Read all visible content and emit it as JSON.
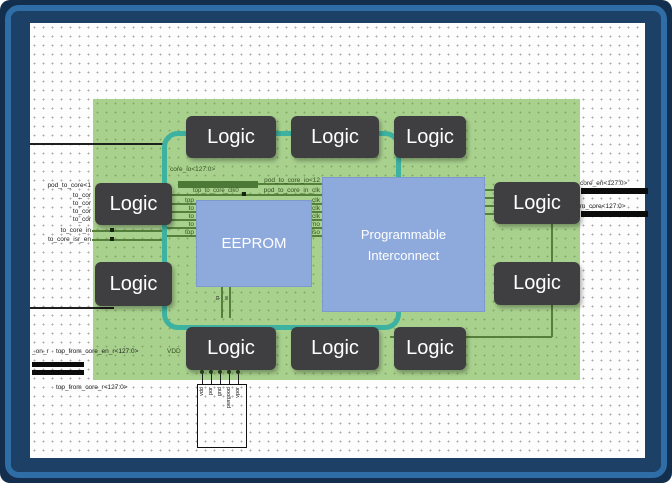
{
  "colors": {
    "navy_dark": "#142e4e",
    "navy": "#1c4066",
    "band": "#2e6da6",
    "canvas": "#fdfdfd",
    "dot": "#a9a9a9",
    "green": "#a9d18e",
    "green_dot": "#84a964",
    "teal": "#3eb2a0",
    "block": "#3f3f41",
    "blue": "#8ea9dc",
    "wire": "#55803c",
    "black_wire": "#1f1f1f",
    "bus_green": "#4c7a36",
    "label": "#1c1c1c",
    "label_green": "#33511d"
  },
  "blocks": {
    "logic": "Logic",
    "eeprom": "EEPROM",
    "interconnect_line1": "Programmable",
    "interconnect_line2": "Interconnect"
  },
  "left_pins": {
    "bus": "pod_to_core<1",
    "truncated": [
      "to_cor",
      "to_cor",
      "to_cor",
      "to_cor"
    ],
    "in": "to_core_in",
    "isr": "to_core_isr_en"
  },
  "core_bus": {
    "io_label": "core_io<127:0>",
    "clk_label": "top_to_core_clk0",
    "stubs": [
      "top",
      "to",
      "to",
      "to",
      "top"
    ]
  },
  "pi_pins": {
    "io": "pod_to_core_io<12",
    "in_clk": "pod_to_core_in_clk",
    "short": [
      "_clk",
      "_clk",
      "_clk",
      "_mo",
      "_iso"
    ]
  },
  "right_bus": {
    "en_label": "core_en<127:0>",
    "core_label": "m_core<127:0>"
  },
  "bottom_left": {
    "edge_fragment": "_on_r",
    "en_r_label": "top_from_core_en_r<127:0>",
    "r_label": "top_from_core_r<127:0>",
    "vdd": "VDD"
  },
  "connector": {
    "pins": [
      "vdd",
      "por",
      "gnd",
      "pwrgood",
      "vpor"
    ]
  },
  "eeprom_taps": [
    "ip",
    "ie"
  ]
}
